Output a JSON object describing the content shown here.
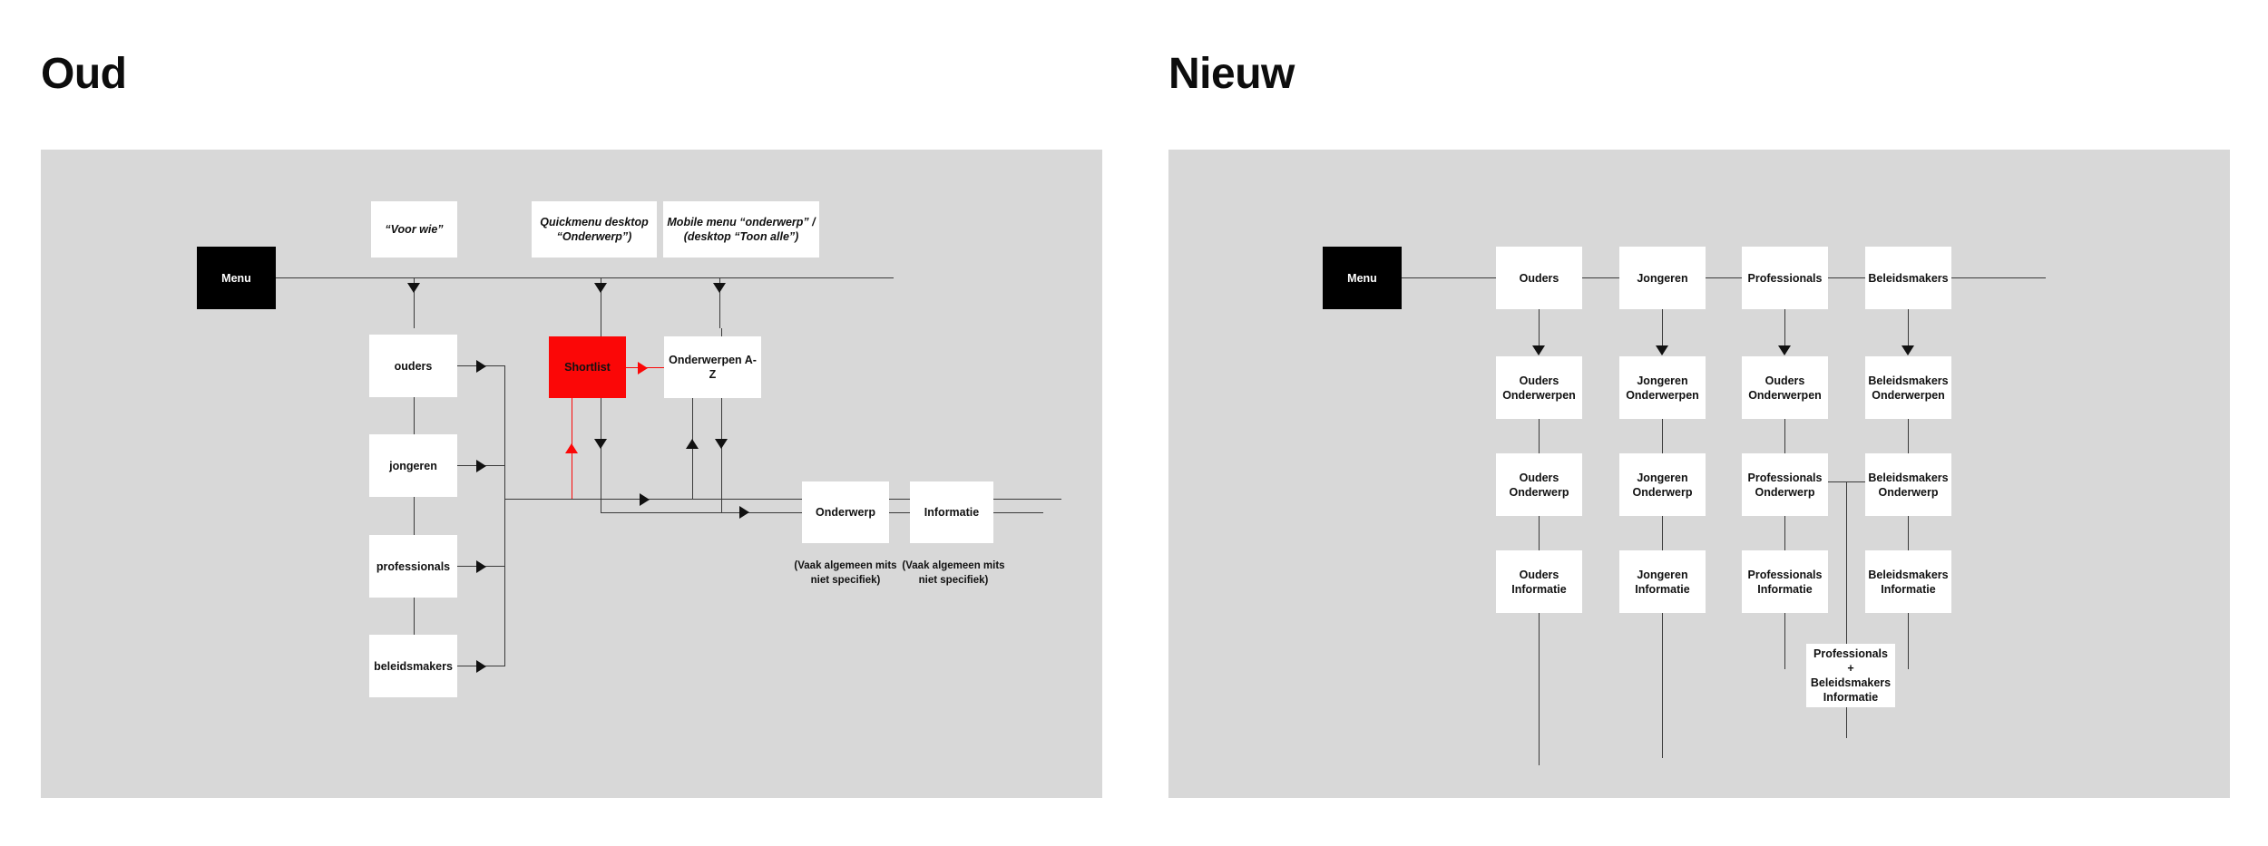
{
  "page": {
    "background": "#ffffff",
    "panel_background": "#d8d8d8",
    "accent_color": "#fb0707",
    "line_color": "#3a3a3a"
  },
  "sections": {
    "old": {
      "title": "Oud",
      "menu_label": "Menu",
      "notes": [
        {
          "text": "“Voor wie”"
        },
        {
          "text": "Quickmenu desktop “Onderwerp”)"
        },
        {
          "text": "Mobile menu “onderwerp” / (desktop “Toon alle”)"
        }
      ],
      "audience_nodes": [
        {
          "label": "ouders"
        },
        {
          "label": "jongeren"
        },
        {
          "label": "professionals"
        },
        {
          "label": "beleidsmakers"
        }
      ],
      "shortlist_label": "Shortlist",
      "onderwerpen_az_label": "Onderwerpen A-Z",
      "onderwerp_label": "Onderwerp",
      "informatie_label": "Informatie",
      "captions": [
        {
          "text": "(Vaak algemeen mits niet specifiek)"
        },
        {
          "text": "(Vaak algemeen mits niet specifiek)"
        }
      ]
    },
    "new": {
      "title": "Nieuw",
      "menu_label": "Menu",
      "columns": [
        {
          "audience": "Ouders",
          "onderwerpen": "Ouders Onderwerpen",
          "onderwerp": "Ouders Onderwerp",
          "informatie": "Ouders Informatie"
        },
        {
          "audience": "Jongeren",
          "onderwerpen": "Jongeren Onderwerpen",
          "onderwerp": "Jongeren Onderwerp",
          "informatie": "Jongeren Informatie"
        },
        {
          "audience": "Professionals",
          "onderwerpen": "Ouders Onderwerpen",
          "onderwerp": "Professionals Onderwerp",
          "informatie": "Professionals Informatie"
        },
        {
          "audience": "Beleidsmakers",
          "onderwerpen": "Beleidsmakers Onderwerpen",
          "onderwerp": "Beleidsmakers Onderwerp",
          "informatie": "Beleidsmakers Informatie"
        }
      ],
      "shared_node": "Professionals + Beleidsmakers Informatie"
    }
  }
}
